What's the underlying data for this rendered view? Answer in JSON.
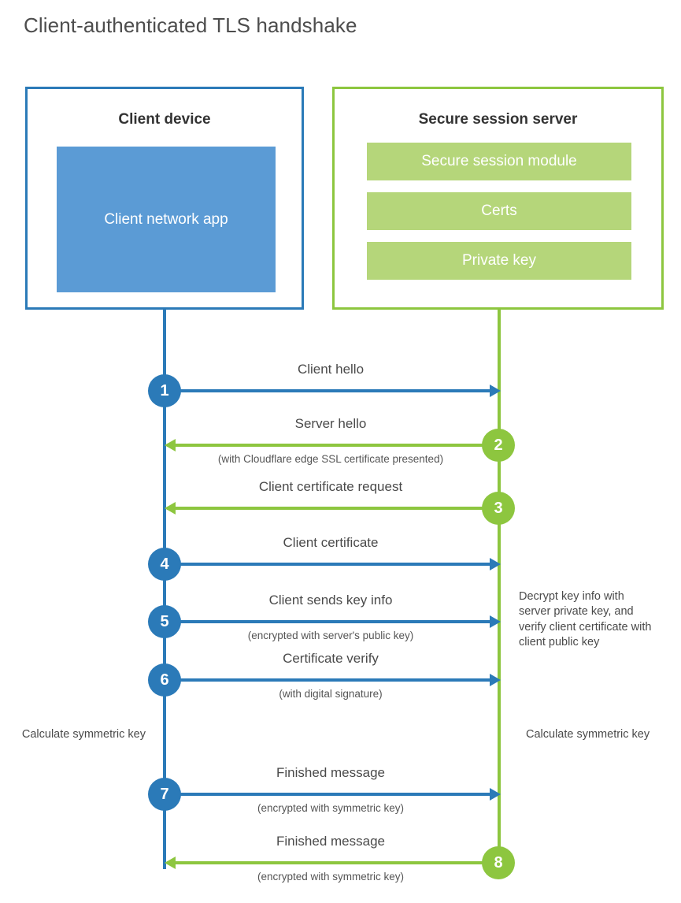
{
  "title": "Client-authenticated TLS handshake",
  "colors": {
    "blue": "#2b7ab8",
    "blue_fill": "#5b9bd5",
    "green": "#8dc63f",
    "green_fill": "#b5d67a",
    "text": "#4a4a4a"
  },
  "actors": {
    "client": {
      "title": "Client device",
      "blocks": [
        "Client network app"
      ]
    },
    "server": {
      "title": "Secure session server",
      "blocks": [
        "Secure session module",
        "Certs",
        "Private key"
      ]
    }
  },
  "steps": [
    {
      "number": "1",
      "label": "Client hello",
      "sublabel": "",
      "direction": "client-to-server",
      "color": "blue"
    },
    {
      "number": "2",
      "label": "Server hello",
      "sublabel": "(with Cloudflare edge SSL certificate presented)",
      "direction": "server-to-client",
      "color": "green"
    },
    {
      "number": "3",
      "label": "Client certificate request",
      "sublabel": "",
      "direction": "server-to-client",
      "color": "green"
    },
    {
      "number": "4",
      "label": "Client certificate",
      "sublabel": "",
      "direction": "client-to-server",
      "color": "blue"
    },
    {
      "number": "5",
      "label": "Client sends key info",
      "sublabel": "(encrypted with server's public key)",
      "direction": "client-to-server",
      "color": "blue"
    },
    {
      "number": "6",
      "label": "Certificate verify",
      "sublabel": "(with digital signature)",
      "direction": "client-to-server",
      "color": "blue"
    },
    {
      "number": "7",
      "label": "Finished message",
      "sublabel": "(encrypted with symmetric key)",
      "direction": "client-to-server",
      "color": "blue"
    },
    {
      "number": "8",
      "label": "Finished message",
      "sublabel": "(encrypted with symmetric key)",
      "direction": "server-to-client",
      "color": "green"
    }
  ],
  "annotations": {
    "decrypt_note": "Decrypt key info with server private key, and verify client certificate with client public key",
    "calculate_client": "Calculate symmetric key",
    "calculate_server": "Calculate symmetric key"
  }
}
